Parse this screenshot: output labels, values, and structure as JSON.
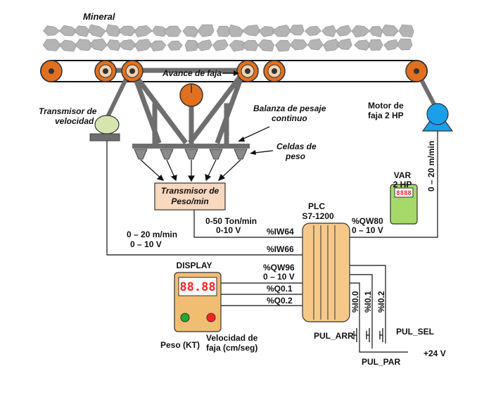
{
  "labels": {
    "mineral": "Mineral",
    "avance": "Avance de faja",
    "transmisor_vel_1": "Transmisor de",
    "transmisor_vel_2": "velocidad",
    "balanza_1": "Balanza de pesaje",
    "balanza_2": "continuo",
    "celdas_1": "Celdas de",
    "celdas_2": "peso",
    "motor_1": "Motor de",
    "motor_2": "faja 2 HP",
    "var_1": "VAR",
    "var_2": "2 HP",
    "vertical_signal": "0 – 20 m/min",
    "tx_peso_1": "Transmisor de",
    "tx_peso_2": "Peso/min",
    "plc_1": "PLC",
    "plc_2": "S7-1200",
    "sig_ton_1": "0-50 Ton/min",
    "sig_ton_2": "0-10 V",
    "sig_vel_1": "0 – 20 m/min",
    "sig_vel_2": "0 – 10 V",
    "iw64": "%IW64",
    "iw66": "%IW66",
    "qw80": "%QW80",
    "qw80_range": "0 – 10 V",
    "qw96": "%QW96",
    "qw96_range": "0 – 10 V",
    "q01": "%Q0.1",
    "q02": "%Q0.2",
    "i00": "%I0.0",
    "i01": "%I0.1",
    "i02": "%I0.2",
    "display": "DISPLAY",
    "peso_kt": "Peso (KT)",
    "vel_faja_1": "Velocidad de",
    "vel_faja_2": "faja (cm/seg)",
    "pul_arr": "PUL_ARR",
    "pul_sel": "PUL_SEL",
    "pul_par": "PUL_PAR",
    "supply": "+24 V",
    "seg_digits": "88.88",
    "var_digits": "8888"
  },
  "colors": {
    "roller": "#e07020",
    "motor": "#1aa0e8",
    "sensor": "#d6e4b0",
    "tx_box": "#f8d8bf",
    "plc": "#f6c98a",
    "display_body": "#f0be73",
    "var_body": "#a6d96a",
    "seg_red": "#ff2222",
    "frame": "#6e6e6e",
    "rock": "#b4b4b4"
  },
  "icons": {
    "led_green": "green-led-icon",
    "led_red": "red-led-icon"
  }
}
